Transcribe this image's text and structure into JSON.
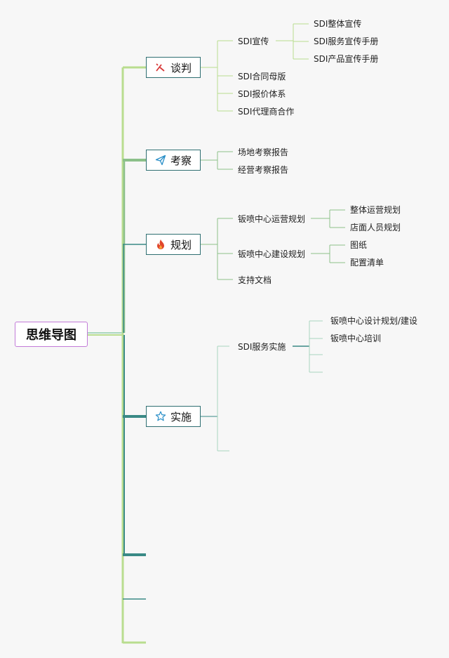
{
  "root": {
    "label": "思维导图"
  },
  "branches": [
    {
      "label": "谈判",
      "icon": "swords-icon",
      "children": [
        {
          "label": "SDI宣传",
          "children": [
            "SDI整体宣传",
            "SDI服务宣传手册",
            "SDI产品宣传手册"
          ]
        },
        {
          "label": "SDI合同母版"
        },
        {
          "label": "SDI报价体系"
        },
        {
          "label": "SDI代理商合作"
        }
      ]
    },
    {
      "label": "考察",
      "icon": "paper-plane-icon",
      "children": [
        {
          "label": "场地考察报告"
        },
        {
          "label": "经营考察报告"
        }
      ]
    },
    {
      "label": "规划",
      "icon": "fire-icon",
      "children": [
        {
          "label": "钣喷中心运营规划",
          "children": [
            "整体运营规划",
            "店面人员规划"
          ]
        },
        {
          "label": "钣喷中心建设规划",
          "children": [
            "图纸",
            "配置清单"
          ]
        },
        {
          "label": "支持文档"
        }
      ]
    },
    {
      "label": "实施",
      "icon": "star-icon",
      "children": [
        {
          "label": "SDI服务实施",
          "children": [
            "钣喷中心设计规划/建设",
            "钣喷中心培训",
            "",
            ""
          ]
        },
        {
          "label": ""
        }
      ]
    }
  ],
  "colors": {
    "background": "#f7f7f7",
    "root_border": "#c27bd8",
    "branch_border": "#2f6f72",
    "line_light": "#b9dd8f",
    "line_mid": "#8cc08a",
    "line_teal": "#3a8a86",
    "line_pale": "#a9d6bf"
  }
}
